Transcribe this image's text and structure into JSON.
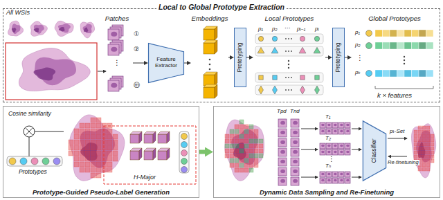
{
  "diagram": {
    "nodes": [
      {
        "text": [
          "Local to Global Prototype Extraction"
        ]
      },
      {
        "text": [
          "Patches"
        ],
        "in": 0
      },
      {
        "text": [
          "Feature Extractor"
        ],
        "in": 0
      },
      {
        "text": [
          "Embeddings"
        ],
        "in": 0
      },
      {
        "text": [
          "Prototyping"
        ],
        "in": 0
      },
      {
        "text": [
          "Local Prototypes"
        ],
        "in": 0
      },
      {
        "text": [
          "Prototyping"
        ],
        "in": 0
      },
      {
        "text": [
          "Global Prototypes",
          "k × features"
        ],
        "in": 0
      },
      {
        "text": [
          "Prototype-Guided Pseudo-Label Generation"
        ]
      },
      {
        "text": [
          "Dynamic Data Sampling and Re-Finetuning"
        ]
      },
      {
        "text": [
          "Classifier"
        ],
        "in": 9
      }
    ],
    "edges": [
      {
        "from": 1,
        "to": 2,
        "arrow": "to"
      },
      {
        "from": 2,
        "to": 3,
        "arrow": "to"
      },
      {
        "from": 3,
        "to": 4,
        "arrow": "to"
      },
      {
        "from": 4,
        "to": 5,
        "arrow": "to"
      },
      {
        "from": 5,
        "to": 6,
        "arrow": "to"
      },
      {
        "from": 6,
        "to": 7,
        "arrow": "to"
      },
      {
        "from": 8,
        "to": 9,
        "arrow": "to"
      }
    ],
    "labels": [
      "All WSIs",
      "①",
      "②",
      "⋮",
      "ⓜ",
      "p₁",
      "p₂",
      "⋯",
      "pᵢ₋₁",
      "pᵢ",
      "p₁",
      "p₂",
      "⋮",
      "pₖ",
      "Cosine similarity",
      "Prototypes",
      "H-Major",
      "Tpd",
      "Tnd",
      "T₁",
      "T₂",
      "⋮",
      "Tₙ",
      "pₜ-Set",
      "Re-finetuning"
    ]
  }
}
